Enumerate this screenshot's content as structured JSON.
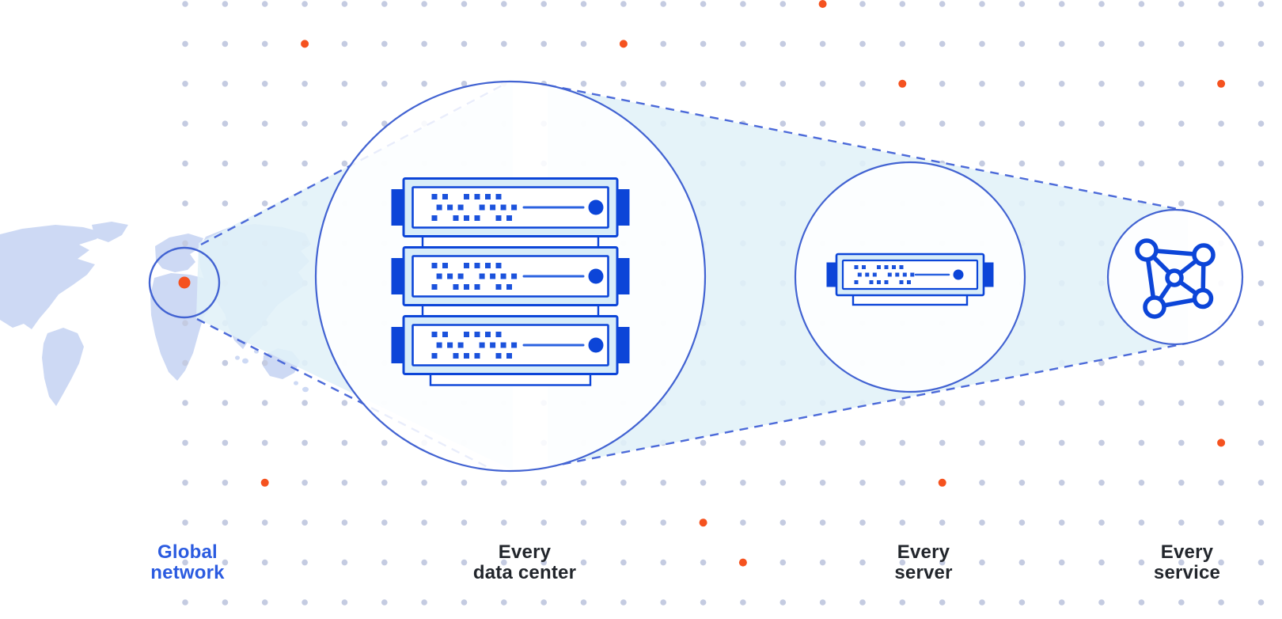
{
  "diagram": {
    "type": "network-zoom-illustration",
    "stages": [
      {
        "id": "global-network",
        "label_line1": "Global",
        "label_line2": "network",
        "label_color": "#2B5BE0",
        "icon": "world-map-location-icon"
      },
      {
        "id": "every-data-center",
        "label_line1": "Every",
        "label_line2": "data center",
        "label_color": "#22262C",
        "icon": "server-rack-icon"
      },
      {
        "id": "every-server",
        "label_line1": "Every",
        "label_line2": "server",
        "label_color": "#22262C",
        "icon": "server-icon"
      },
      {
        "id": "every-service",
        "label_line1": "Every",
        "label_line2": "service",
        "label_color": "#22262C",
        "icon": "network-mesh-icon"
      }
    ],
    "colors": {
      "background": "#FFFFFF",
      "accent_orange": "#F5521F",
      "primary_blue": "#0C45D8",
      "pattern_blue": "#1B52DC",
      "outline_blue": "#4263D2",
      "dash_blue": "#4C6AD9",
      "server_fill": "#D8EDF9",
      "beam_fill": "#E1F1F8",
      "map_fill": "#CDD9F4",
      "dot_color": "#C4CBE1",
      "label_dark": "#22262C",
      "label_blue": "#2B5BE0"
    }
  }
}
